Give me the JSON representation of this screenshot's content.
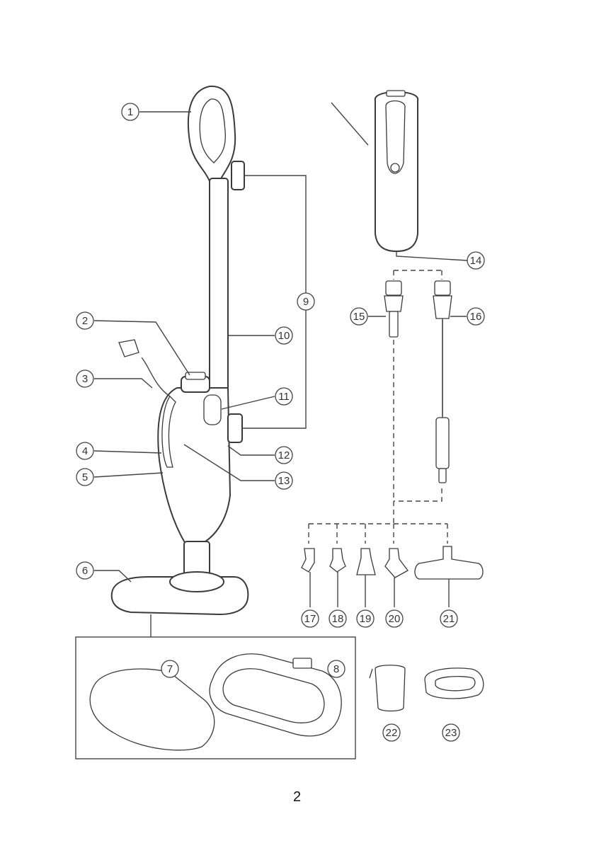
{
  "diagram": {
    "callouts": [
      "1",
      "2",
      "3",
      "4",
      "5",
      "6",
      "7",
      "8",
      "9",
      "10",
      "11",
      "12",
      "13",
      "14",
      "15",
      "16",
      "17",
      "18",
      "19",
      "20",
      "21",
      "22",
      "23"
    ]
  },
  "page": {
    "number": "2"
  }
}
